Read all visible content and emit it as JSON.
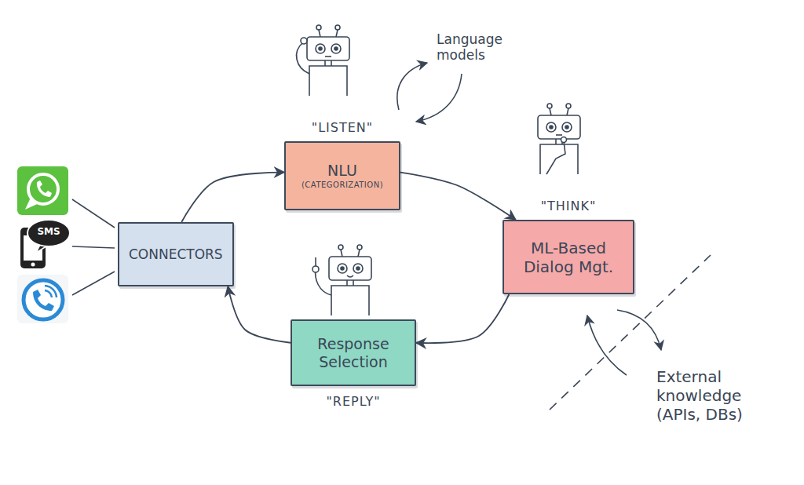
{
  "diagram": {
    "nodes": [
      {
        "text": [
          "CONNECTORS"
        ]
      },
      {
        "text": [
          "\"LISTEN\"",
          "NLU",
          "(CATEGORIZATION)"
        ]
      },
      {
        "text": [
          "\"THINK\"",
          "ML-Based Dialog Mgt."
        ]
      },
      {
        "text": [
          "Response Selection",
          "\"REPLY\""
        ]
      }
    ],
    "edges": [
      {
        "from": 0,
        "to": 1,
        "arrow": "to"
      },
      {
        "from": 1,
        "to": 2,
        "arrow": "to"
      },
      {
        "from": 2,
        "to": 3,
        "arrow": "to"
      },
      {
        "from": 3,
        "to": 0,
        "arrow": "to"
      }
    ],
    "labels": [
      "SMS",
      "Language models",
      "External knowledge (APIs, DBs)"
    ]
  }
}
